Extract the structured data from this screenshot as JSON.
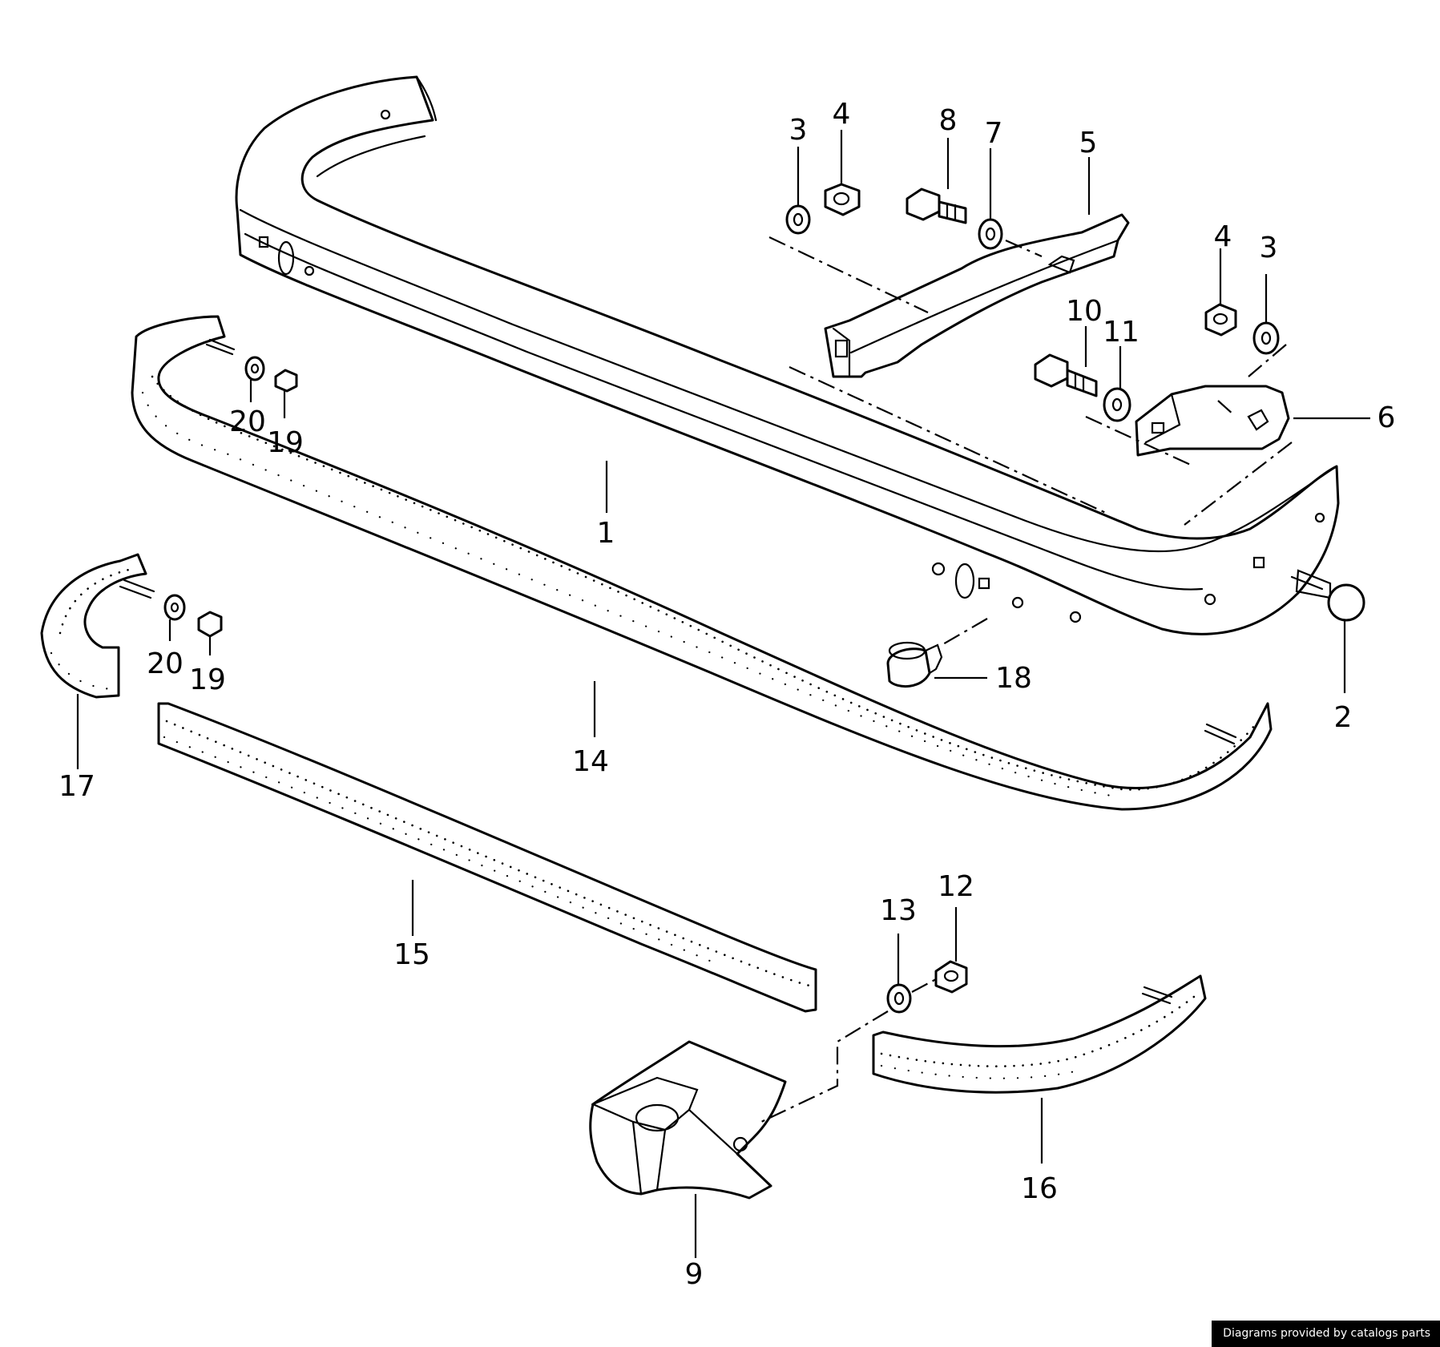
{
  "diagram": {
    "parts": [
      {
        "key": "bumper",
        "number": "1"
      },
      {
        "key": "cap_2",
        "number": "2"
      },
      {
        "key": "washer_3",
        "number": "3"
      },
      {
        "key": "nut_4",
        "number": "4"
      },
      {
        "key": "bracket_5",
        "number": "5"
      },
      {
        "key": "bracket_6",
        "number": "6"
      },
      {
        "key": "washer_7",
        "number": "7"
      },
      {
        "key": "bolt_8",
        "number": "8"
      },
      {
        "key": "corner_9",
        "number": "9"
      },
      {
        "key": "bolt_10",
        "number": "10"
      },
      {
        "key": "washer_11",
        "number": "11"
      },
      {
        "key": "nut_12",
        "number": "12"
      },
      {
        "key": "washer_13",
        "number": "13"
      },
      {
        "key": "foam_14",
        "number": "14"
      },
      {
        "key": "foam_15",
        "number": "15"
      },
      {
        "key": "foam_16",
        "number": "16"
      },
      {
        "key": "foam_17",
        "number": "17"
      },
      {
        "key": "clip_18",
        "number": "18"
      },
      {
        "key": "nut_19",
        "number": "19"
      },
      {
        "key": "washer_20",
        "number": "20"
      }
    ]
  },
  "footer": {
    "credit": "Diagrams provided by catalogs parts"
  }
}
